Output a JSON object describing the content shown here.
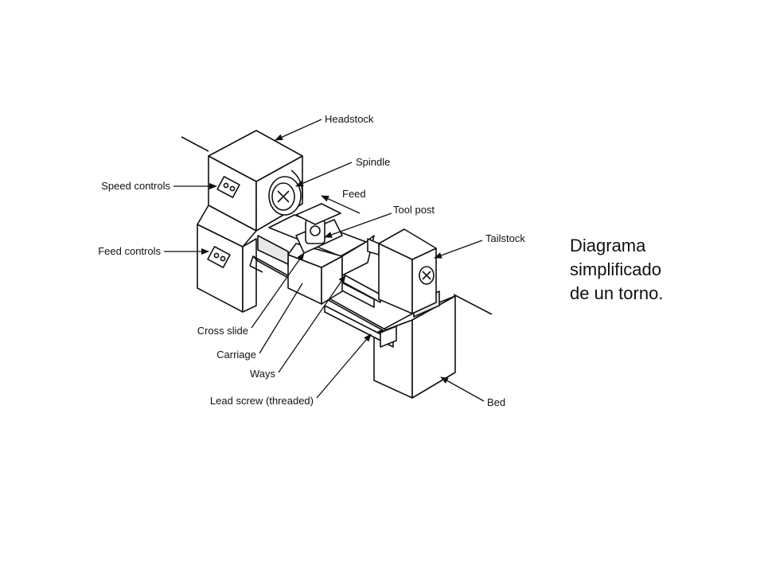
{
  "labels": {
    "headstock": "Headstock",
    "spindle": "Spindle",
    "feed": "Feed",
    "tool_post": "Tool post",
    "tailstock": "Tailstock",
    "speed_controls": "Speed controls",
    "feed_controls": "Feed controls",
    "cross_slide": "Cross slide",
    "carriage": "Carriage",
    "ways": "Ways",
    "lead_screw": "Lead screw (threaded)",
    "bed": "Bed"
  },
  "caption": {
    "line1": "Diagrama",
    "line2": "simplificado",
    "line3": "de un torno."
  }
}
